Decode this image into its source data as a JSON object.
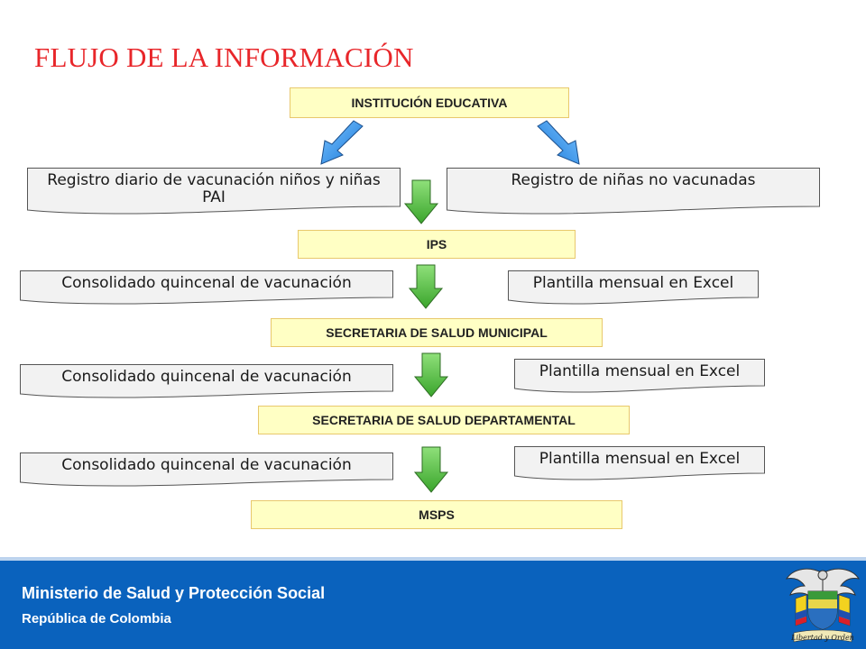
{
  "title": "FLUJO DE LA INFORMACIÓN",
  "levels": {
    "institucion": "INSTITUCIÓN EDUCATIVA",
    "ips": "IPS",
    "municipal": "SECRETARIA DE SALUD MUNICIPAL",
    "departamental": "SECRETARIA DE SALUD DEPARTAMENTAL",
    "msps": "MSPS"
  },
  "documents": {
    "registro_diario": "Registro diario de vacunación niños y niñas PAI",
    "registro_ninas": "Registro de niñas no vacunadas",
    "consolidado_1": "Consolidado quincenal de vacunación",
    "plantilla_1": "Plantilla mensual en Excel",
    "consolidado_2": "Consolidado quincenal de vacunación",
    "plantilla_2": "Plantilla mensual en Excel",
    "consolidado_3": "Consolidado quincenal de vacunación",
    "plantilla_3": "Plantilla mensual en Excel"
  },
  "footer": {
    "ministry": "Ministerio de Salud y Protección Social",
    "republic": "República de Colombia",
    "motto": "Libertad y Orden"
  },
  "colors": {
    "title": "#e8262a",
    "node_fill": "#ffffc4",
    "node_border": "#e8c86c",
    "arrow_down": "#5cc648",
    "arrow_diagonal": "#2c8fe6",
    "footer": "#0a62bd"
  }
}
